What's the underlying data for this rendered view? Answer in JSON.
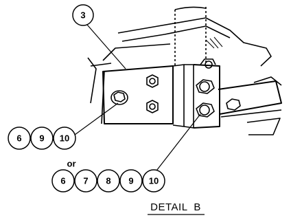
{
  "callouts": {
    "top": "3",
    "group_a": [
      "6",
      "9",
      "10"
    ],
    "or_label": "or",
    "group_b": [
      "6",
      "7",
      "8",
      "9",
      "10"
    ]
  },
  "detail_label": "DETAIL  B"
}
